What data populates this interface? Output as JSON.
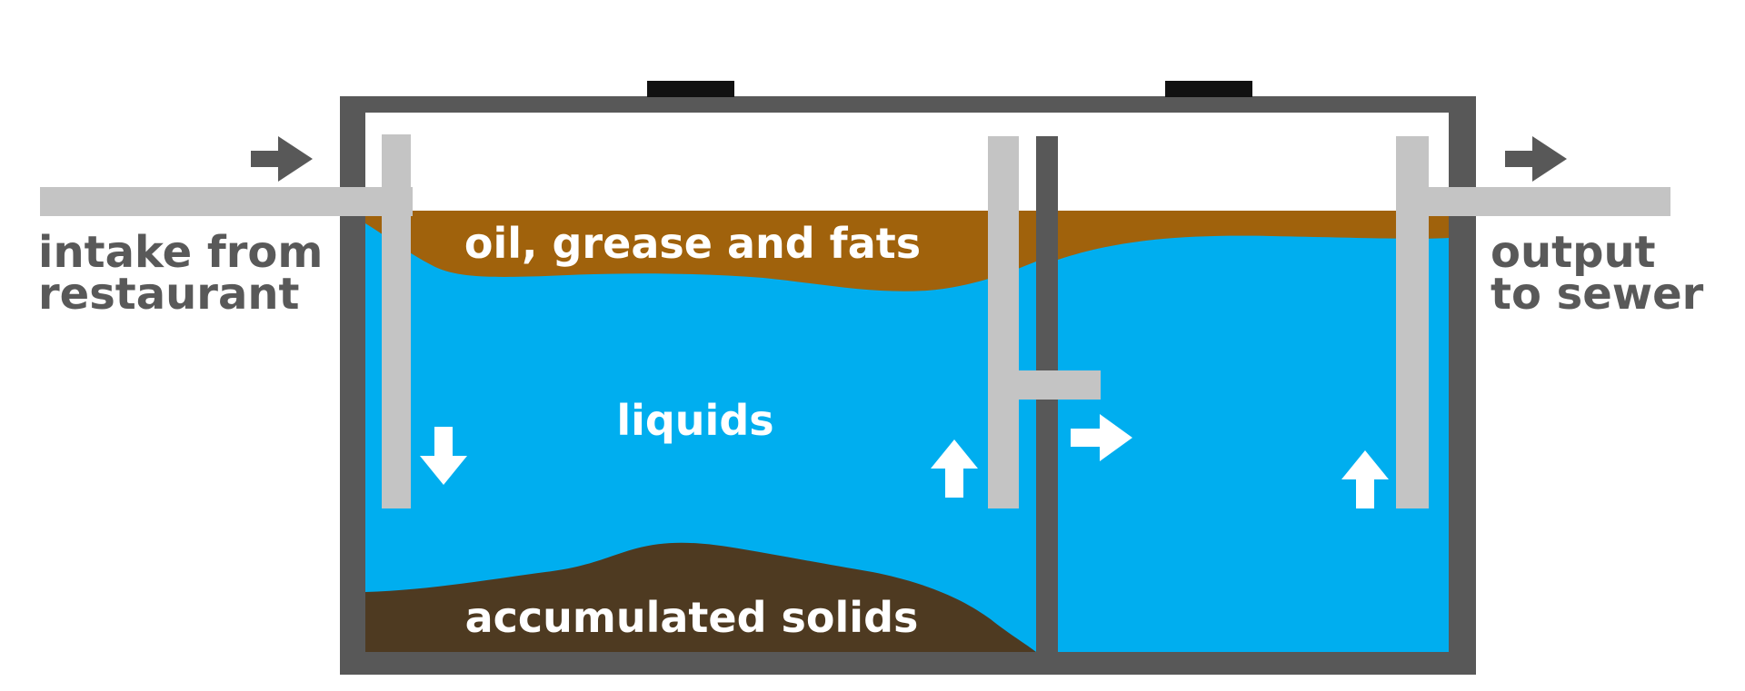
{
  "diagram": {
    "labels": {
      "intake_line1": "intake from",
      "intake_line2": "restaurant",
      "output_line1": "output",
      "output_line2": "to sewer",
      "grease_layer": "oil, grease and fats",
      "liquids": "liquids",
      "solids": "accumulated solids"
    },
    "colors": {
      "tank_wall": "#585858",
      "pipe": "#c4c4c4",
      "water": "#00aeef",
      "grease": "#a0620c",
      "solids": "#4e3a21",
      "lid": "#111111",
      "flow_arrow_outside": "#585858",
      "flow_arrow_inside": "#ffffff",
      "label_outside": "#595959",
      "label_inside": "#ffffff"
    }
  }
}
